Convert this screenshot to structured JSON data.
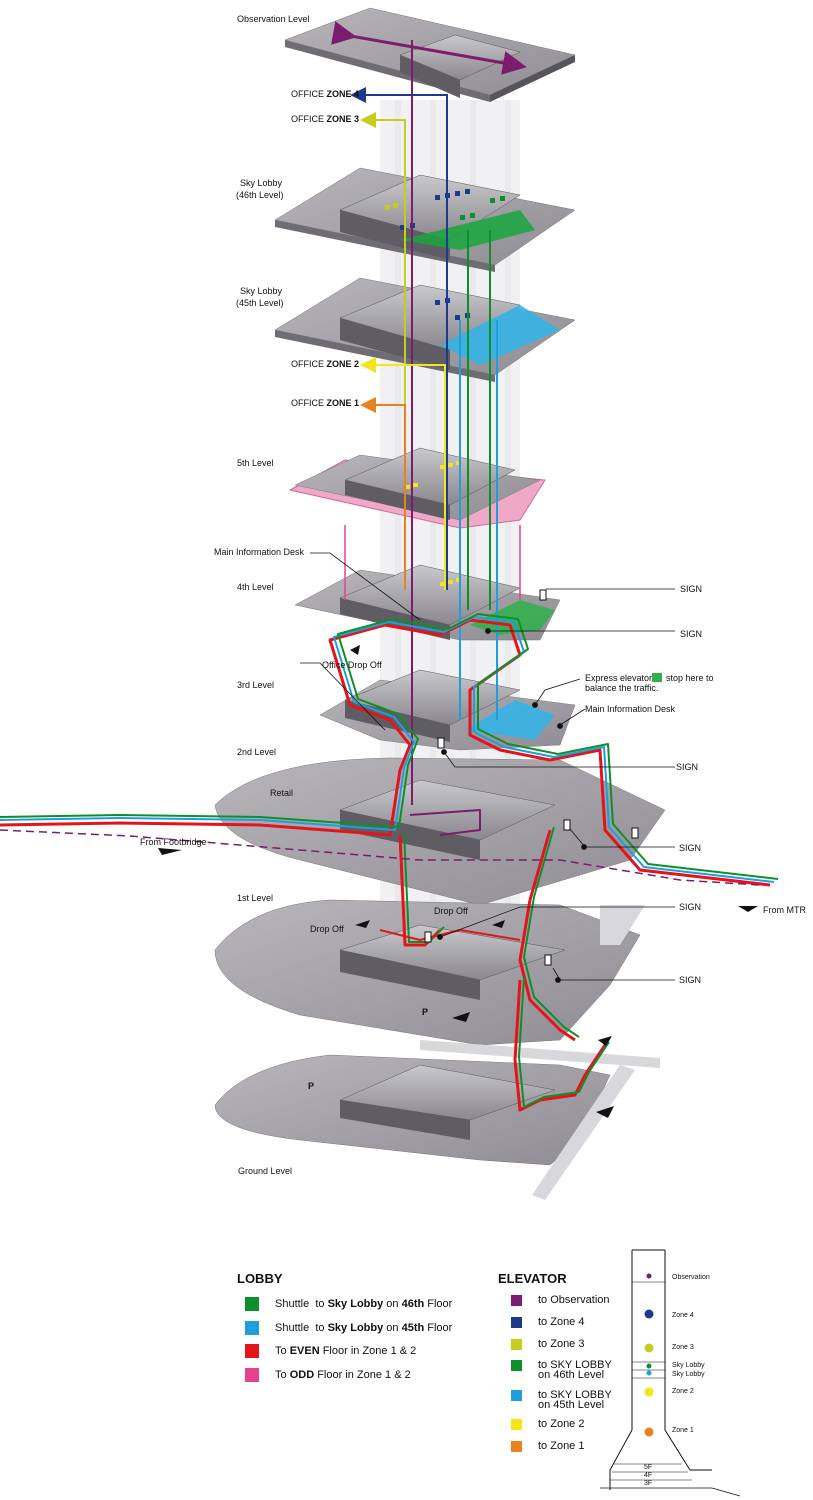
{
  "levels": {
    "observation": "Observation Level",
    "sky46": [
      "Sky Lobby",
      "(46th Level)"
    ],
    "sky45": [
      "Sky Lobby",
      "(45th Level)"
    ],
    "l5": "5th Level",
    "l4": "4th Level",
    "l3": "3rd Level",
    "l2": "2nd Level",
    "l1": "1st Level",
    "ground": "Ground Level"
  },
  "zones": {
    "z4": {
      "prefix": "OFFICE ",
      "bold": "ZONE 4"
    },
    "z3": {
      "prefix": "OFFICE ",
      "bold": "ZONE 3"
    },
    "z2": {
      "prefix": "OFFICE ",
      "bold": "ZONE 2"
    },
    "z1": {
      "prefix": "OFFICE ",
      "bold": "ZONE 1"
    }
  },
  "annotations": {
    "main_info_desk_4": "Main Information Desk",
    "main_info_desk_3": "Main Information Desk",
    "office_drop_off": "Office Drop Off",
    "express_1": "Express elevators",
    "express_2": "stop here to",
    "express_3": "balance the traffic.",
    "retail": "Retail",
    "from_footbridge": "From Footbridge",
    "from_mtr": "From MTR",
    "drop_off_a": "Drop Off",
    "drop_off_b": "Drop Off",
    "p1": "P",
    "p2": "P",
    "sign": "SIGN"
  },
  "legend": {
    "lobby_title": "LOBBY",
    "lobby_items": [
      {
        "color": "#0f8f2c",
        "pre": "Shuttle  to ",
        "b1": "Sky Lobby",
        "mid": " on ",
        "b2": "46th",
        "post": " Floor"
      },
      {
        "color": "#1e9fdc",
        "pre": "Shuttle  to ",
        "b1": "Sky Lobby",
        "mid": " on ",
        "b2": "45th",
        "post": " Floor"
      },
      {
        "color": "#e4141b",
        "pre": "To ",
        "b1": "EVEN",
        "mid": " Floor in Zone 1 & 2",
        "b2": "",
        "post": ""
      },
      {
        "color": "#e8418c",
        "pre": "To ",
        "b1": "ODD",
        "mid": " Floor in Zone 1 & 2",
        "b2": "",
        "post": ""
      }
    ],
    "elevator_title": "ELEVATOR",
    "elevator_items": [
      {
        "color": "#7b1c6e",
        "l1": "to Observation",
        "l2": ""
      },
      {
        "color": "#1d3a8c",
        "l1": "to Zone 4",
        "l2": ""
      },
      {
        "color": "#c8cc1c",
        "l1": "to Zone 3",
        "l2": ""
      },
      {
        "color": "#0f8f2c",
        "l1": "to SKY LOBBY",
        "l2": "on 46th Level"
      },
      {
        "color": "#1e9fdc",
        "l1": "to SKY LOBBY",
        "l2": "on 45th Level"
      },
      {
        "color": "#f4e41a",
        "l1": "to Zone 2",
        "l2": ""
      },
      {
        "color": "#e8821e",
        "l1": "to Zone 1",
        "l2": ""
      }
    ]
  },
  "tower": {
    "observation": "Observation",
    "zone4": "Zone 4",
    "zone3": "Zone 3",
    "sky1": "Sky Lobby",
    "sky2": "Sky Lobby",
    "zone2": "Zone 2",
    "zone1": "Zone 1",
    "f5": "5F",
    "f4": "4F",
    "f3": "3F"
  },
  "colors": {
    "purple": "#7b1c6e",
    "navy": "#1d3a8c",
    "olive": "#c8cc1c",
    "green": "#0f8f2c",
    "cyan": "#1e9fdc",
    "yellow": "#f4e41a",
    "orange": "#e8821e",
    "red": "#e4141b",
    "pink": "#e8418c"
  }
}
